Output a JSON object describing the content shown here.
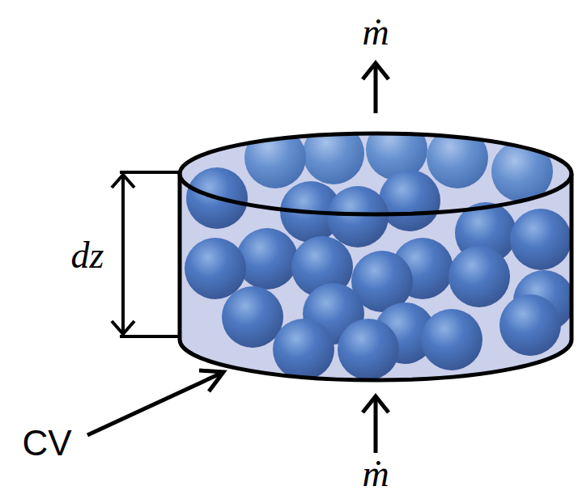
{
  "diagram": {
    "labels": [
      "ṁ",
      "dz",
      "CV",
      "ṁ"
    ]
  }
}
